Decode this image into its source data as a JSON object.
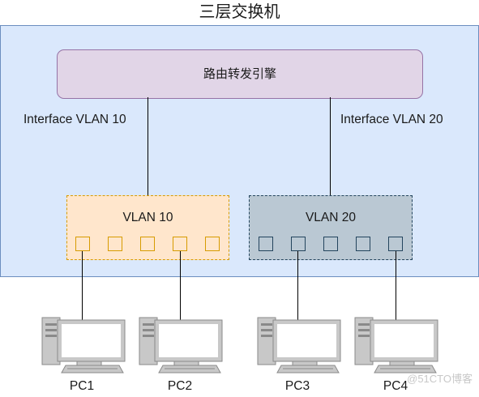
{
  "diagram": {
    "title": "三层交换机",
    "routing_engine": "路由转发引擎",
    "interfaces": [
      "Interface VLAN 10",
      "Interface VLAN 20"
    ],
    "vlans": [
      {
        "label": "VLAN 10",
        "color": "#ffe6cc",
        "border": "#d79b00",
        "ports": 5
      },
      {
        "label": "VLAN 20",
        "color": "#bac8d3",
        "border": "#23445d",
        "ports": 5
      }
    ],
    "pcs": [
      "PC1",
      "PC2",
      "PC3",
      "PC4"
    ],
    "colors": {
      "switch_bg": "#dae8fc",
      "engine_bg": "#e1d5e7"
    },
    "watermark": "@51CTO博客"
  }
}
